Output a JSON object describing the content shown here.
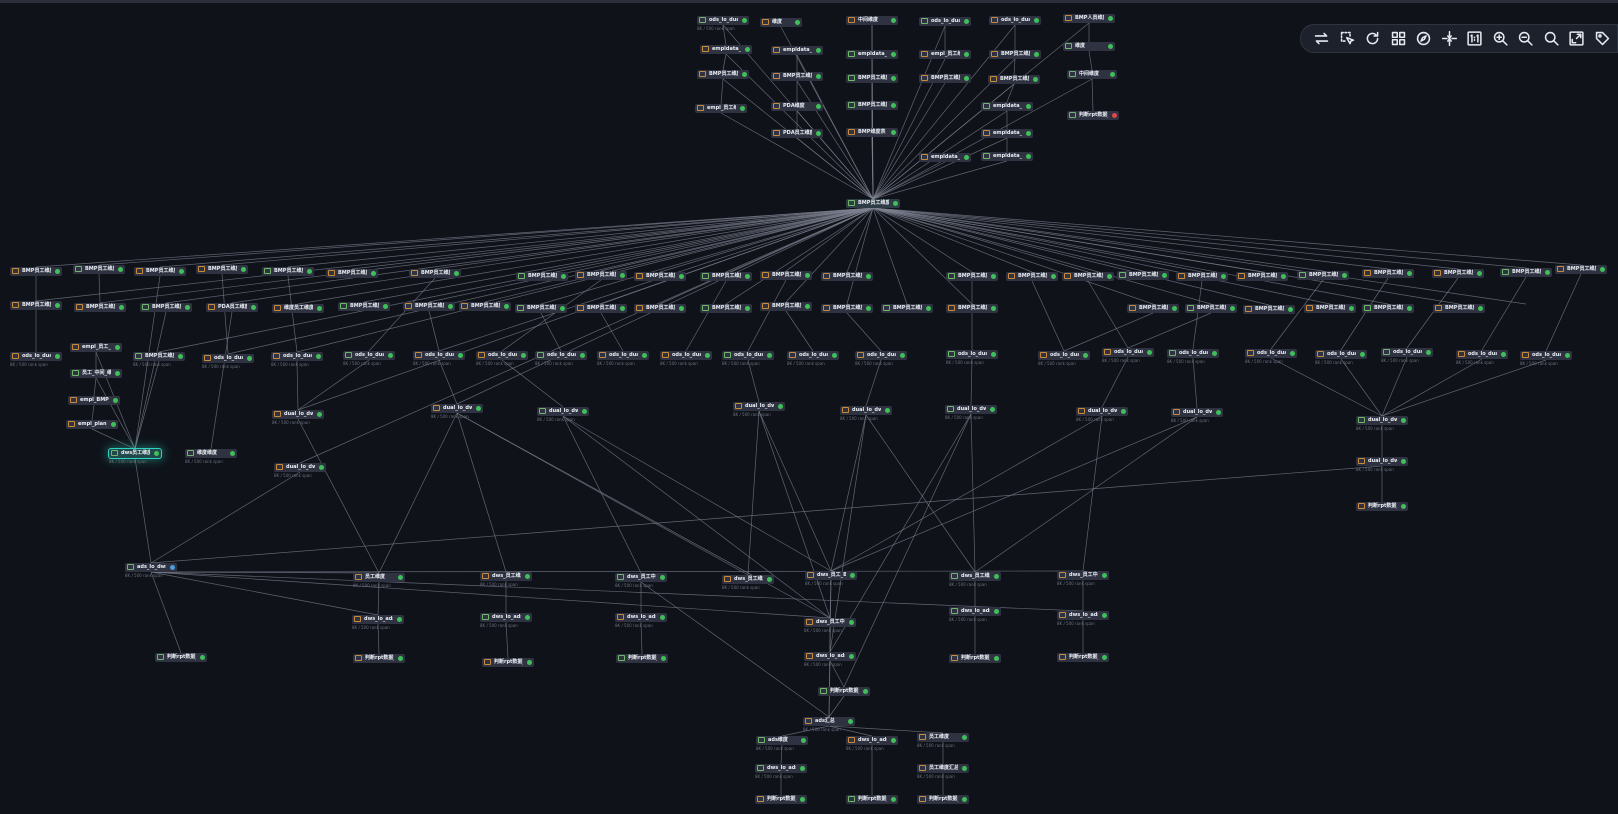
{
  "graph": {
    "nodes": [
      {
        "id": "a1",
        "label": "ods_lo_dual_empl_基",
        "sub": "8K / 500 rank span",
        "kind": "t"
      },
      {
        "id": "a2",
        "label": "维度",
        "sub": "",
        "kind": "t"
      },
      {
        "id": "a3",
        "label": "中间维度",
        "sub": "",
        "kind": "t"
      },
      {
        "id": "a4",
        "label": "ods_lo_dual_empl_基",
        "sub": "",
        "kind": "t"
      },
      {
        "id": "a5",
        "label": "ods_lo_dual_BMP...",
        "sub": "",
        "kind": "t"
      },
      {
        "id": "a6",
        "label": "BMP人员维度表",
        "sub": "",
        "kind": "t"
      },
      {
        "id": "a7",
        "label": "维度",
        "sub": "",
        "kind": "t"
      },
      {
        "id": "b1",
        "label": "empldata_员工维度",
        "sub": "",
        "kind": "t"
      },
      {
        "id": "b2",
        "label": "empldata_员工维度",
        "sub": "",
        "kind": "t"
      },
      {
        "id": "b3",
        "label": "empldata_员工维度",
        "sub": "",
        "kind": "t"
      },
      {
        "id": "b4",
        "label": "empl_员工维度",
        "sub": "",
        "kind": "t"
      },
      {
        "id": "b5",
        "label": "BMP员工维度表",
        "sub": "",
        "kind": "t"
      },
      {
        "id": "b6",
        "label": "中间维度",
        "sub": "",
        "kind": "t"
      },
      {
        "id": "c1",
        "label": "BMP员工维度表",
        "sub": "",
        "kind": "t"
      },
      {
        "id": "c2",
        "label": "BMP员工维度",
        "sub": "",
        "kind": "t"
      },
      {
        "id": "c3",
        "label": "BMP员工维度表",
        "sub": "",
        "kind": "t"
      },
      {
        "id": "c4",
        "label": "BMP员工维度表",
        "sub": "",
        "kind": "t"
      },
      {
        "id": "c5",
        "label": "BMP员工维度表",
        "sub": "",
        "kind": "t"
      },
      {
        "id": "c6",
        "label": "判断rpt数据_empldata...",
        "sub": "",
        "kind": "t"
      },
      {
        "id": "d1",
        "label": "empl_员工维度",
        "sub": "",
        "kind": "t"
      },
      {
        "id": "d2",
        "label": "PDA维度",
        "sub": "",
        "kind": "t"
      },
      {
        "id": "d3",
        "label": "BMP员工维度表",
        "sub": "",
        "kind": "t"
      },
      {
        "id": "d4",
        "label": "BMP维度表",
        "sub": "",
        "kind": "t"
      },
      {
        "id": "d5",
        "label": "PDA员工维度表",
        "sub": "",
        "kind": "t"
      },
      {
        "id": "d6",
        "label": "empldata_员工维度",
        "sub": "",
        "kind": "t"
      },
      {
        "id": "d7",
        "label": "empldata_PDA维度",
        "sub": "",
        "kind": "t"
      },
      {
        "id": "d8",
        "label": "empldata_员工维度",
        "sub": "",
        "kind": "t"
      },
      {
        "id": "d9",
        "label": "empldata_员工维度",
        "sub": "",
        "kind": "t"
      },
      {
        "id": "hub",
        "label": "BMP员工维度中间",
        "sub": "",
        "kind": "hub"
      },
      {
        "id": "r1",
        "label": "BMP员工维度表...",
        "sub": "",
        "kind": "t"
      },
      {
        "id": "r2",
        "label": "BMP员工维度表",
        "sub": "",
        "kind": "t"
      },
      {
        "id": "r3",
        "label": "BMP员工维度表...",
        "sub": "",
        "kind": "t"
      },
      {
        "id": "r4",
        "label": "BMP员工维度表",
        "sub": "",
        "kind": "t"
      },
      {
        "id": "r5",
        "label": "BMP员工维度表",
        "sub": "",
        "kind": "t"
      },
      {
        "id": "r6",
        "label": "BMP员工维度表...",
        "sub": "",
        "kind": "t"
      },
      {
        "id": "r7",
        "label": "BMP员工维度表...",
        "sub": "",
        "kind": "t"
      },
      {
        "id": "r8",
        "label": "BMP员工维度表",
        "sub": "",
        "kind": "t"
      },
      {
        "id": "r9",
        "label": "BMP员工维度表",
        "sub": "",
        "kind": "t"
      },
      {
        "id": "r10",
        "label": "BMP员工维度表...",
        "sub": "",
        "kind": "t"
      },
      {
        "id": "r11",
        "label": "BMP员工维度表",
        "sub": "",
        "kind": "t"
      },
      {
        "id": "r12",
        "label": "BMP员工维度表",
        "sub": "",
        "kind": "t"
      },
      {
        "id": "r13",
        "label": "BMP员工维度表",
        "sub": "",
        "kind": "t"
      },
      {
        "id": "r14",
        "label": "BMP员工维度表",
        "sub": "",
        "kind": "t"
      },
      {
        "id": "r15",
        "label": "BMP员工维度表",
        "sub": "",
        "kind": "t"
      },
      {
        "id": "r16",
        "label": "BMP员工维度表",
        "sub": "",
        "kind": "t"
      },
      {
        "id": "r17",
        "label": "BMP员工维度表",
        "sub": "",
        "kind": "t"
      },
      {
        "id": "r18",
        "label": "BMP员工维度表",
        "sub": "",
        "kind": "t"
      },
      {
        "id": "r19",
        "label": "BMP员工维度表",
        "sub": "",
        "kind": "t"
      },
      {
        "id": "r20",
        "label": "BMP员工维度表",
        "sub": "",
        "kind": "t"
      },
      {
        "id": "r21",
        "label": "BMP员工维度表",
        "sub": "",
        "kind": "t"
      },
      {
        "id": "r22",
        "label": "BMP员工维度表",
        "sub": "",
        "kind": "t"
      },
      {
        "id": "r23",
        "label": "BMP员工维度表",
        "sub": "",
        "kind": "t"
      },
      {
        "id": "r24",
        "label": "BMP员工维度表",
        "sub": "",
        "kind": "t"
      },
      {
        "id": "r25",
        "label": "BMP员工维度表",
        "sub": "",
        "kind": "t"
      },
      {
        "id": "r26",
        "label": "BMP员工维度表",
        "sub": "",
        "kind": "t"
      },
      {
        "id": "s1",
        "label": "BMP员工维度表...",
        "sub": "",
        "kind": "t"
      },
      {
        "id": "s2",
        "label": "BMP员工维度表",
        "sub": "",
        "kind": "t"
      },
      {
        "id": "s3",
        "label": "BMP员工维度表",
        "sub": "",
        "kind": "t"
      },
      {
        "id": "s4",
        "label": "PDA员工维度表",
        "sub": "",
        "kind": "t"
      },
      {
        "id": "s5",
        "label": "维度员工维度表",
        "sub": "",
        "kind": "t"
      },
      {
        "id": "s6",
        "label": "BMP员工维度表",
        "sub": "",
        "kind": "t"
      },
      {
        "id": "s7",
        "label": "BMP员工维度表",
        "sub": "",
        "kind": "t"
      },
      {
        "id": "s8",
        "label": "BMP员工维度表",
        "sub": "",
        "kind": "t"
      },
      {
        "id": "s9",
        "label": "BMP员工维度表",
        "sub": "",
        "kind": "t"
      },
      {
        "id": "s10",
        "label": "BMP员工维度表",
        "sub": "",
        "kind": "t"
      },
      {
        "id": "s11",
        "label": "BMP员工维度表",
        "sub": "",
        "kind": "t"
      },
      {
        "id": "s12",
        "label": "BMP员工维度表",
        "sub": "",
        "kind": "t"
      },
      {
        "id": "s13",
        "label": "BMP员工维度表",
        "sub": "",
        "kind": "t"
      },
      {
        "id": "s14",
        "label": "BMP员工维度表",
        "sub": "",
        "kind": "t"
      },
      {
        "id": "s15",
        "label": "BMP员工维度表",
        "sub": "",
        "kind": "t"
      },
      {
        "id": "s16",
        "label": "BMP员工维度表",
        "sub": "",
        "kind": "t"
      },
      {
        "id": "s17",
        "label": "BMP员工维度表",
        "sub": "",
        "kind": "t"
      },
      {
        "id": "s18",
        "label": "BMP员工维度表",
        "sub": "",
        "kind": "t"
      },
      {
        "id": "s19",
        "label": "BMP员工维度表",
        "sub": "",
        "kind": "t"
      },
      {
        "id": "s20",
        "label": "BMP员工维度表",
        "sub": "",
        "kind": "t"
      },
      {
        "id": "s21",
        "label": "BMP员工维度表",
        "sub": "",
        "kind": "t"
      },
      {
        "id": "s22",
        "label": "BMP员工维度表",
        "sub": "",
        "kind": "t"
      },
      {
        "id": "u1",
        "label": "ods_lo_dual_BMP...",
        "sub": "8K / 500 rank span",
        "kind": "t"
      },
      {
        "id": "u2",
        "label": "BMP员工维度表",
        "sub": "8K / 500 rank span",
        "kind": "t"
      },
      {
        "id": "u3",
        "label": "ods_lo_dual_BMP...",
        "sub": "8K / 500 rank span",
        "kind": "t"
      },
      {
        "id": "u4",
        "label": "ods_lo_dual_BMP...",
        "sub": "8K / 500 rank span",
        "kind": "t"
      },
      {
        "id": "u5",
        "label": "ods_lo_dual_BMP...",
        "sub": "8K / 500 rank span",
        "kind": "t"
      },
      {
        "id": "u6",
        "label": "ods_lo_dual_BMP...",
        "sub": "8K / 500 rank span",
        "kind": "t"
      },
      {
        "id": "u7",
        "label": "ods_lo_dual_BMP...",
        "sub": "8K / 500 rank span",
        "kind": "t"
      },
      {
        "id": "u8",
        "label": "ods_lo_dual_BMP...",
        "sub": "8K / 500 rank span",
        "kind": "t"
      },
      {
        "id": "u9",
        "label": "ods_lo_dual_BMP...",
        "sub": "8K / 500 rank span",
        "kind": "t"
      },
      {
        "id": "u10",
        "label": "ods_lo_dual_BMP...",
        "sub": "8K / 500 rank span",
        "kind": "t"
      },
      {
        "id": "u11",
        "label": "ods_lo_dual_BMP...",
        "sub": "8K / 500 rank span",
        "kind": "t"
      },
      {
        "id": "u12",
        "label": "ods_lo_dual_BMP...",
        "sub": "8K / 500 rank span",
        "kind": "t"
      },
      {
        "id": "u13",
        "label": "ods_lo_dual_BMP...",
        "sub": "8K / 500 rank span",
        "kind": "t"
      },
      {
        "id": "u14",
        "label": "ods_lo_dual_BMP...",
        "sub": "8K / 500 rank span",
        "kind": "t"
      },
      {
        "id": "u15",
        "label": "ods_lo_dual_BMP...",
        "sub": "8K / 500 rank span",
        "kind": "t"
      },
      {
        "id": "u16",
        "label": "ods_lo_dual_BMP...",
        "sub": "8K / 500 rank span",
        "kind": "t"
      },
      {
        "id": "u17",
        "label": "ods_lo_dual_BMP...",
        "sub": "8K / 500 rank span",
        "kind": "t"
      },
      {
        "id": "u18",
        "label": "ods_lo_dual_BMP...",
        "sub": "8K / 500 rank span",
        "kind": "t"
      },
      {
        "id": "u19",
        "label": "ods_lo_dual_BMP...",
        "sub": "8K / 500 rank span",
        "kind": "t"
      },
      {
        "id": "u20",
        "label": "ods_lo_dual_BMP...",
        "sub": "8K / 500 rank span",
        "kind": "t"
      },
      {
        "id": "u21",
        "label": "ods_lo_dual_BMP...",
        "sub": "8K / 500 rank span",
        "kind": "t"
      },
      {
        "id": "u22",
        "label": "ods_lo_dual_BMP...",
        "sub": "8K / 500 rank span",
        "kind": "t"
      },
      {
        "id": "u23",
        "label": "ods_lo_dual_BMP...",
        "sub": "8K / 500 rank span",
        "kind": "t"
      },
      {
        "id": "u24",
        "label": "ods_lo_dual_BMP...",
        "sub": "8K / 500 rank span",
        "kind": "t"
      },
      {
        "id": "l1",
        "label": "empl_员工_维度",
        "sub": "",
        "kind": "t"
      },
      {
        "id": "l2",
        "label": "员工_中间_维度",
        "sub": "",
        "kind": "t"
      },
      {
        "id": "l3",
        "label": "empl_BMP_CR_...",
        "sub": "",
        "kind": "t"
      },
      {
        "id": "l4",
        "label": "empl_plan_rt_维度",
        "sub": "",
        "kind": "t"
      },
      {
        "id": "l5",
        "label": "ods员工维度表",
        "sub": "",
        "kind": "t"
      },
      {
        "id": "v1",
        "label": "dual_lo_dws_员工维度",
        "sub": "8K / 500 rank span",
        "kind": "t"
      },
      {
        "id": "v2",
        "label": "dual_lo_dws_员工维度",
        "sub": "8K / 500 rank span",
        "kind": "t"
      },
      {
        "id": "v3",
        "label": "dual_lo_dws_员工维度",
        "sub": "8K / 500 rank span",
        "kind": "t"
      },
      {
        "id": "v4",
        "label": "dual_lo_dws_员工维度",
        "sub": "8K / 500 rank span",
        "kind": "t"
      },
      {
        "id": "v5",
        "label": "dual_lo_dws_员工维度",
        "sub": "8K / 500 rank span",
        "kind": "t"
      },
      {
        "id": "v6",
        "label": "dual_lo_dws_员工维度",
        "sub": "8K / 500 rank span",
        "kind": "t"
      },
      {
        "id": "v7",
        "label": "dual_lo_dws_员工维度",
        "sub": "8K / 500 rank span",
        "kind": "t"
      },
      {
        "id": "v8",
        "label": "dual_lo_dws_员工维度",
        "sub": "8K / 500 rank span",
        "kind": "t"
      },
      {
        "id": "v9",
        "label": "dual_lo_dws_员工维度",
        "sub": "8K / 500 rank span",
        "kind": "t"
      },
      {
        "id": "v10",
        "label": "dual_lo_dws_员工维度",
        "sub": "8K / 500 rank span",
        "kind": "t"
      },
      {
        "id": "hl",
        "label": "dws员工维度汇总",
        "sub": "8K / 500 rank span",
        "kind": "hl"
      },
      {
        "id": "m2",
        "label": "维度维度",
        "sub": "8K / 500 rank span",
        "kind": "t"
      },
      {
        "id": "v11",
        "label": "dual_lo_dws_员工维度",
        "sub": "8K / 500 rank span",
        "kind": "t"
      },
      {
        "id": "v12",
        "label": "dual_lo_dws_员工维度",
        "sub": "8K / 500 rank span",
        "kind": "t"
      },
      {
        "id": "w1",
        "label": "ads_lo_dws_维度",
        "sub": "8K / 500 rank span",
        "kind": "t",
        "status": "info"
      },
      {
        "id": "w2",
        "label": "员工维度",
        "sub": "8K / 500 rank span",
        "kind": "t"
      },
      {
        "id": "w3",
        "label": "dws_员工维度维度",
        "sub": "8K / 500 rank span",
        "kind": "t"
      },
      {
        "id": "w4",
        "label": "dws_员工中间维度",
        "sub": "8K / 500 rank span",
        "kind": "t"
      },
      {
        "id": "w5",
        "label": "dws_员工维度",
        "sub": "8K / 500 rank span",
        "kind": "t"
      },
      {
        "id": "w6",
        "label": "dws_员工_BMP_维度",
        "sub": "8K / 500 rank span",
        "kind": "t"
      },
      {
        "id": "w7",
        "label": "dws_员工维度",
        "sub": "8K / 500 rank span",
        "kind": "t"
      },
      {
        "id": "w8",
        "label": "dws_员工中间_维度",
        "sub": "8K / 500 rank span",
        "kind": "t"
      },
      {
        "id": "x1",
        "label": "dws_lo_ads_BMP...",
        "sub": "8K / 500 rank span",
        "kind": "t"
      },
      {
        "id": "x2",
        "label": "dws_lo_ads_BMP...",
        "sub": "8K / 500 rank span",
        "kind": "t"
      },
      {
        "id": "x3",
        "label": "dws_lo_ads_BMP...",
        "sub": "8K / 500 rank span",
        "kind": "t"
      },
      {
        "id": "x4",
        "label": "dws_员工中间_维度",
        "sub": "8K / 500 rank span",
        "kind": "t"
      },
      {
        "id": "x5",
        "label": "dws_lo_ads_BMP...",
        "sub": "8K / 500 rank span",
        "kind": "t"
      },
      {
        "id": "x6",
        "label": "dws_lo_ads_BMP...",
        "sub": "8K / 500 rank span",
        "kind": "t"
      },
      {
        "id": "x7",
        "label": "dws_lo_ads_BMP...",
        "sub": "8K / 500 rank span",
        "kind": "t"
      },
      {
        "id": "p1",
        "label": "判断rpt数据_empldata...",
        "sub": "",
        "kind": "t"
      },
      {
        "id": "p2",
        "label": "判断rpt数据_empldata...",
        "sub": "",
        "kind": "t"
      },
      {
        "id": "p3",
        "label": "判断rpt数据_empldata...",
        "sub": "",
        "kind": "t"
      },
      {
        "id": "p4",
        "label": "判断rpt数据_empldata...",
        "sub": "",
        "kind": "t"
      },
      {
        "id": "p5",
        "label": "判断rpt数据_empldata...",
        "sub": "",
        "kind": "t"
      },
      {
        "id": "p6",
        "label": "判断rpt数据_empldata...",
        "sub": "",
        "kind": "t"
      },
      {
        "id": "p7",
        "label": "判断rpt数据_empldata...",
        "sub": "",
        "kind": "t"
      },
      {
        "id": "p8",
        "label": "判断rpt数据_empldata...",
        "sub": "",
        "kind": "t"
      },
      {
        "id": "z1",
        "label": "ads汇总",
        "sub": "8K / 500 rank span",
        "kind": "t"
      },
      {
        "id": "z2",
        "label": "ads维度",
        "sub": "8K / 500 rank span",
        "kind": "t"
      },
      {
        "id": "z3",
        "label": "dws_lo_ads_BMP...",
        "sub": "8K / 500 rank span",
        "kind": "t"
      },
      {
        "id": "z4",
        "label": "员工维度",
        "sub": "8K / 500 rank span",
        "kind": "t"
      },
      {
        "id": "z5",
        "label": "dws_lo_ads_BMP...",
        "sub": "8K / 500 rank span",
        "kind": "t"
      },
      {
        "id": "z6",
        "label": "员工维度汇总",
        "sub": "8K / 500 rank span",
        "kind": "t"
      },
      {
        "id": "q1",
        "label": "判断rpt数据_empldata...",
        "sub": "",
        "kind": "t"
      },
      {
        "id": "q2",
        "label": "判断rpt数据_empldata...",
        "sub": "",
        "kind": "t"
      },
      {
        "id": "q3",
        "label": "判断rpt数据_empldata...",
        "sub": "",
        "kind": "t"
      },
      {
        "id": "rr1",
        "label": "dws_员工中间维度",
        "sub": "8K / 500 rank span",
        "kind": "t"
      },
      {
        "id": "rr2",
        "label": "dws_lo_ads_维度",
        "sub": "8K / 500 rank span",
        "kind": "t"
      },
      {
        "id": "rr3",
        "label": "判断rpt数据_empldata...",
        "sub": "",
        "kind": "t"
      }
    ]
  },
  "toolbar": {
    "buttons": [
      {
        "name": "swap-direction-button",
        "icon": "swap-icon"
      },
      {
        "name": "box-select-button",
        "icon": "select-icon"
      },
      {
        "name": "refresh-button",
        "icon": "refresh-icon"
      },
      {
        "name": "grid-layout-button",
        "icon": "grid-icon"
      },
      {
        "name": "compass-button",
        "icon": "compass-icon"
      },
      {
        "name": "center-button",
        "icon": "center-icon"
      },
      {
        "name": "actual-size-button",
        "icon": "actual-size-icon"
      },
      {
        "name": "zoom-in-button",
        "icon": "zoom-in-icon"
      },
      {
        "name": "zoom-out-button",
        "icon": "zoom-out-icon"
      },
      {
        "name": "search-button",
        "icon": "search-icon"
      },
      {
        "name": "fit-view-button",
        "icon": "fit-icon"
      },
      {
        "name": "tag-button",
        "icon": "tag-icon"
      }
    ]
  },
  "colors": {
    "background": "#0f1219",
    "node": "#2f3341",
    "edge": "#7d8190",
    "ok": "#3fbf5a",
    "error": "#e0484c",
    "info": "#4d9de0",
    "source_icon": "#c98a3a",
    "highlight": "#2dd4bf"
  }
}
